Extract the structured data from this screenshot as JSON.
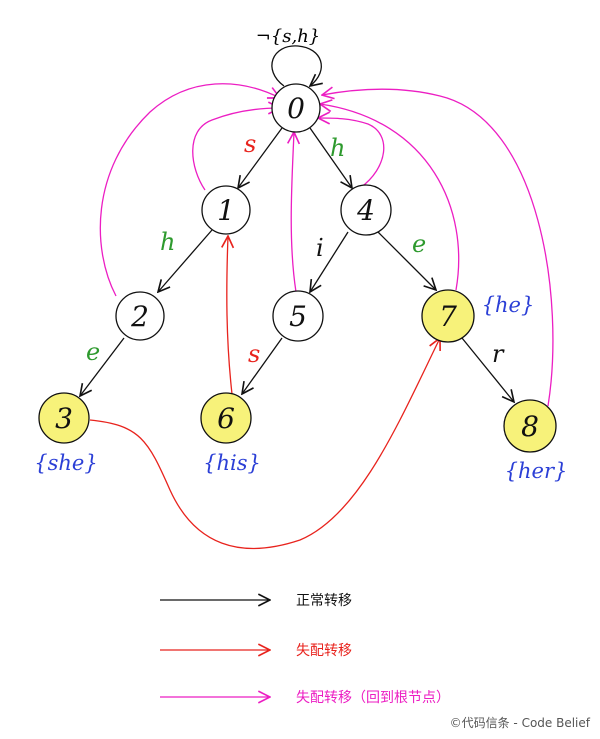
{
  "colors": {
    "normal": "#111111",
    "fail": "#e8231d",
    "fail_root": "#ec1ec3",
    "edge_char": "#2e9a2e",
    "fail_char": "#e8231d",
    "output": "#2b3fd6",
    "accept_fill": "#f7f27a",
    "node_fill": "#ffffff"
  },
  "nodes": [
    {
      "id": "0",
      "label": "0",
      "accepting": false
    },
    {
      "id": "1",
      "label": "1",
      "accepting": false
    },
    {
      "id": "2",
      "label": "2",
      "accepting": false
    },
    {
      "id": "3",
      "label": "3",
      "accepting": true,
      "output": "{she}"
    },
    {
      "id": "4",
      "label": "4",
      "accepting": false
    },
    {
      "id": "5",
      "label": "5",
      "accepting": false
    },
    {
      "id": "6",
      "label": "6",
      "accepting": true,
      "output": "{his}"
    },
    {
      "id": "7",
      "label": "7",
      "accepting": true,
      "output": "{he}"
    },
    {
      "id": "8",
      "label": "8",
      "accepting": true,
      "output": "{her}"
    }
  ],
  "root_loop_label": "¬{s,h}",
  "goto_edges": [
    {
      "from": "0",
      "to": "1",
      "char": "s",
      "char_color": "fail_char"
    },
    {
      "from": "0",
      "to": "4",
      "char": "h",
      "char_color": "edge_char"
    },
    {
      "from": "1",
      "to": "2",
      "char": "h",
      "char_color": "edge_char"
    },
    {
      "from": "2",
      "to": "3",
      "char": "e",
      "char_color": "edge_char"
    },
    {
      "from": "4",
      "to": "5",
      "char": "i",
      "char_color": "normal"
    },
    {
      "from": "4",
      "to": "7",
      "char": "e",
      "char_color": "edge_char"
    },
    {
      "from": "5",
      "to": "6",
      "char": "s",
      "char_color": "fail_char"
    },
    {
      "from": "7",
      "to": "8",
      "char": "r",
      "char_color": "normal"
    }
  ],
  "fail_edges": [
    {
      "from": "6",
      "to": "1"
    },
    {
      "from": "3",
      "to": "7"
    }
  ],
  "fail_root_edges": [
    {
      "from": "1",
      "to": "0"
    },
    {
      "from": "2",
      "to": "0"
    },
    {
      "from": "4",
      "to": "0"
    },
    {
      "from": "5",
      "to": "0"
    },
    {
      "from": "7",
      "to": "0"
    },
    {
      "from": "8",
      "to": "0"
    }
  ],
  "legend": [
    {
      "kind": "normal",
      "label": "正常转移"
    },
    {
      "kind": "fail",
      "label": "失配转移"
    },
    {
      "kind": "fail_root",
      "label": "失配转移（回到根节点）"
    }
  ],
  "footer": "©代码信条 - Code Belief"
}
